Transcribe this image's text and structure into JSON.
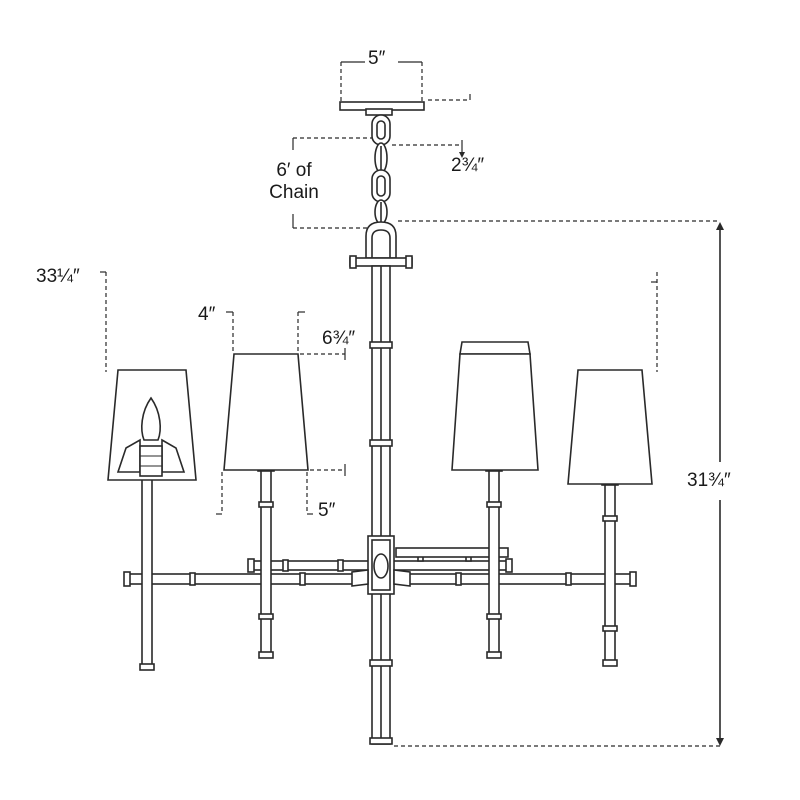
{
  "dimensions": {
    "canopy_width": "5″",
    "link_height": "2¾″",
    "chain_length": "6′ of Chain",
    "overall_width": "33¼″",
    "shade_top": "4″",
    "shade_height": "6¾″",
    "shade_bottom": "5″",
    "overall_height": "31¾″"
  }
}
